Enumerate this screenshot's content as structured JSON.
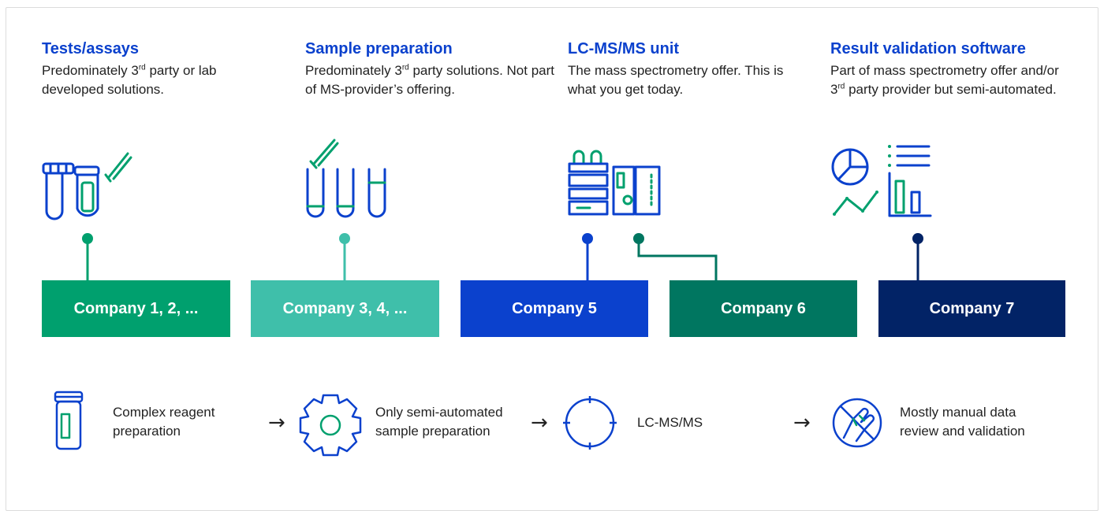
{
  "colors": {
    "navy_text": "#0b41cd",
    "green": "#00a06e",
    "teal": "#3fbfaa",
    "blue": "#0b41cd",
    "dark_green": "#007660",
    "navy": "#022366"
  },
  "columns": [
    {
      "title": "Tests/assays",
      "desc_before": "Predominately 3",
      "desc_sup": "rd",
      "desc_after": " party or lab developed solutions."
    },
    {
      "title": "Sample preparation",
      "desc_before": "Predominately 3",
      "desc_sup": "rd",
      "desc_after": " party solutions. Not part of MS-provider’s offering."
    },
    {
      "title": "LC-MS/MS unit",
      "desc_before": "The mass spectrometry offer. This is what you get today.",
      "desc_sup": "",
      "desc_after": ""
    },
    {
      "title": "Result validation software",
      "desc_before": "Part of mass spectrometry offer and/or 3",
      "desc_sup": "rd",
      "desc_after": " party provider but semi-automated."
    }
  ],
  "companies": [
    {
      "label": "Company 1, 2, ..."
    },
    {
      "label": "Company 3, 4, ..."
    },
    {
      "label": "Company 5"
    },
    {
      "label": "Company 6"
    },
    {
      "label": "Company 7"
    }
  ],
  "workflow": [
    {
      "label": "Complex reagent preparation",
      "icon": "reagent-bottle-icon"
    },
    {
      "label": "Only semi-automated sample preparation",
      "icon": "gear-icon"
    },
    {
      "label": "LC-MS/MS",
      "icon": "crosshair-icon"
    },
    {
      "label": "Mostly manual data review and validation",
      "icon": "hand-icon"
    }
  ],
  "arrow_glyph": "→"
}
